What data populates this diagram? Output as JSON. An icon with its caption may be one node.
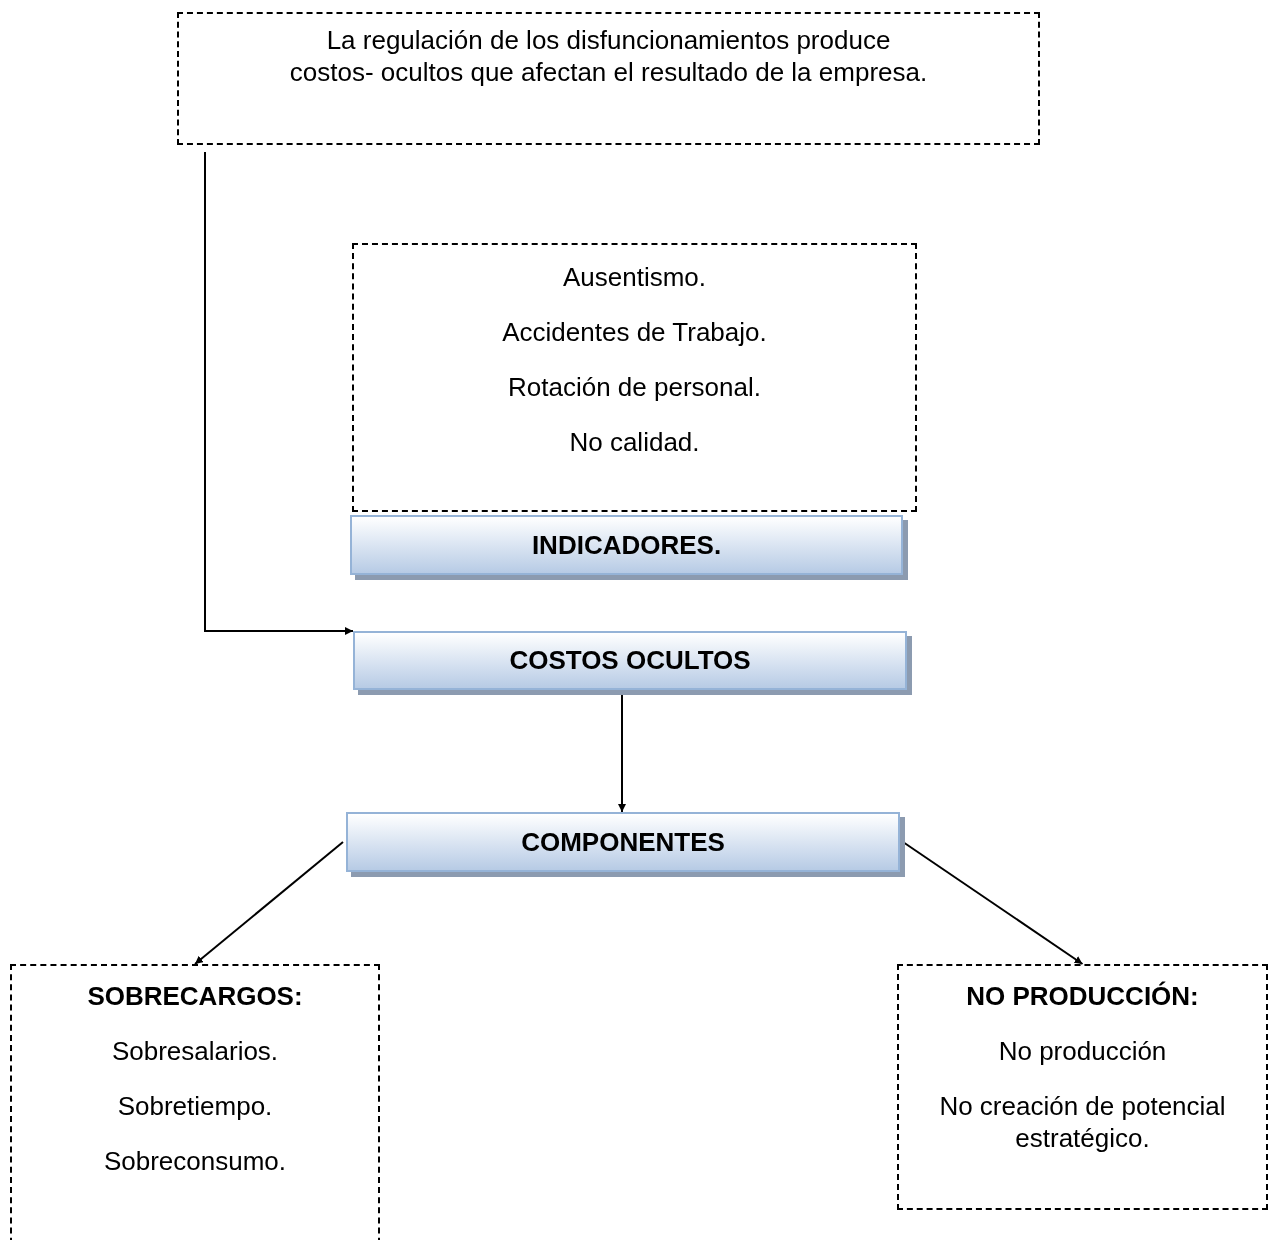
{
  "diagram": {
    "nodes": [
      {
        "text": [
          "La regulación de los disfuncionamientos produce costos- ocultos que afectan el resultado de la empresa."
        ]
      },
      {
        "text": [
          "Ausentismo.",
          "Accidentes de Trabajo.",
          "Rotación de personal.",
          "No calidad."
        ]
      },
      {
        "text": [
          "INDICADORES."
        ]
      },
      {
        "text": [
          "COSTOS OCULTOS"
        ]
      },
      {
        "text": [
          "COMPONENTES"
        ]
      },
      {
        "text": [
          "SOBRECARGOS:",
          "Sobresalarios.",
          "Sobretiempo.",
          "Sobreconsumo."
        ]
      },
      {
        "text": [
          "NO PRODUCCIÓN:",
          "No producción",
          "No creación de potencial estratégico."
        ]
      }
    ],
    "edges": [
      {
        "from": 0,
        "to": 3,
        "arrow": "to"
      },
      {
        "from": 3,
        "to": 4,
        "arrow": "to"
      },
      {
        "from": 4,
        "to": 5,
        "arrow": "to"
      },
      {
        "from": 4,
        "to": 6,
        "arrow": "to"
      }
    ]
  }
}
